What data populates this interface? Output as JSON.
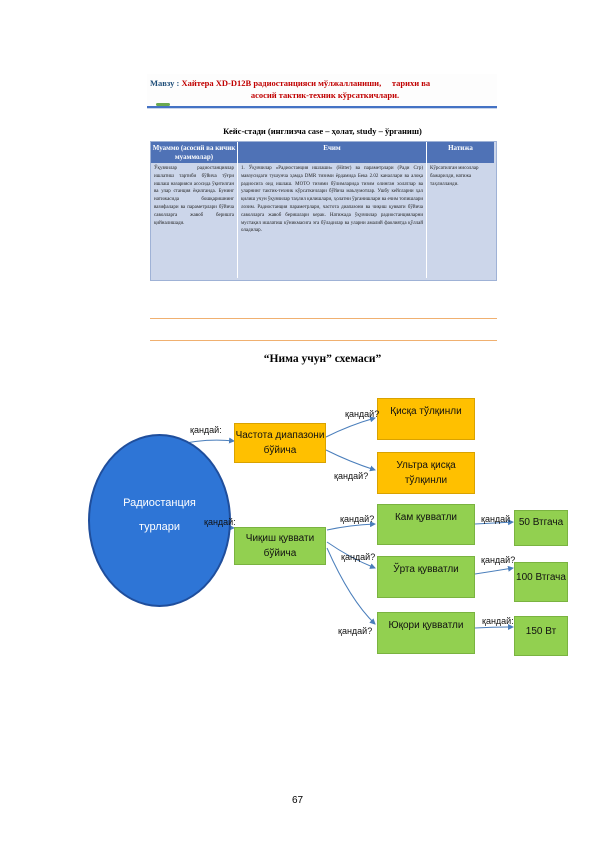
{
  "header": {
    "theme_label": "Мавзу :",
    "line1_main": "Хайтера XD-D12B радиостанцияси мўлжалланиши,",
    "line1_end": "тарихи ва",
    "line2": "асосий тактик-техник кўрсаткичлари."
  },
  "case_study": {
    "title": "Кейс-стади (инглизча case – ҳолат, study – ўрганиш)",
    "headers": [
      "Муаммо (асосий ва кичик муаммолар)",
      "Ечим",
      "Натижа"
    ],
    "problem_text": "Ўқувчилар радиостанциялар ишлатиш тартиби бўйича тўғри ишлаш назарияси асосида ўқитилган ва улар станция ёқилганда. Бунинг натижасида бошқаришнинг вазифалари ва параметрлари бўйича саволларга жавоб беришга қийналишади.",
    "solution_text": "1. Ўқувчилар «Радиостанция ишлаши» (Hitter) ва параметрлари (Ради Сгр) мавзусидаги тушунча ҳамда DMR тизими ёрдамида Бека 2.02 каналлари ва алоқа радиосига оид ишлаш. MOTO тизими бўлимларида тизим олинган холатлар ва уларнинг тактик-техник кўрсаткичлари бўйича маълумотлар. Ушбу кейсларни ҳал қилиш учун ўқувчилар таҳлил қилишлари, ҳолатни ўрганишлари ва ечим топишлари лозим. Радиостанция параметрлари, частота диапазони ва чиқиш қуввати бўйича саволларга жавоб беришлари керак. Натижада ўқувчилар радиостанцияларни мустақил ишлатиш кўникмасига эга бўладилар ва уларни амалий фаолиятда қўллай оладилар.",
    "result_text": "Кўрсатилган мисоллар бажарилди, натижа таҳлилланди."
  },
  "diagram": {
    "title": "“Нима учун” схемаси”",
    "center": [
      "Радиостанция",
      "турлари"
    ],
    "freq_box": [
      "Частота диапазони",
      "бўйича"
    ],
    "power_box": [
      "Чиқиш қуввати",
      "бўйича"
    ],
    "short_wave": [
      "Қисқа тўлқинли"
    ],
    "ultra_short": [
      "Ультра қисқа",
      "тўлқинли"
    ],
    "low_power": "Кам қувватли",
    "mid_power": "Ўрта қувватли",
    "high_power": "Юқори қувватли",
    "w50": "50 Втгача",
    "w100": "100 Втгача",
    "w150": "150 Вт",
    "labels": {
      "qanday": "қандай?",
      "qanday_noq": "қандай",
      "qanday_colon": "қандай:"
    }
  },
  "page": {
    "number": "67"
  },
  "colors": {
    "accent_blue": "#2e75d6",
    "orange": "#ffc000",
    "green": "#92d050",
    "table_header": "#4f72b6",
    "table_body": "#ccd6ea"
  }
}
